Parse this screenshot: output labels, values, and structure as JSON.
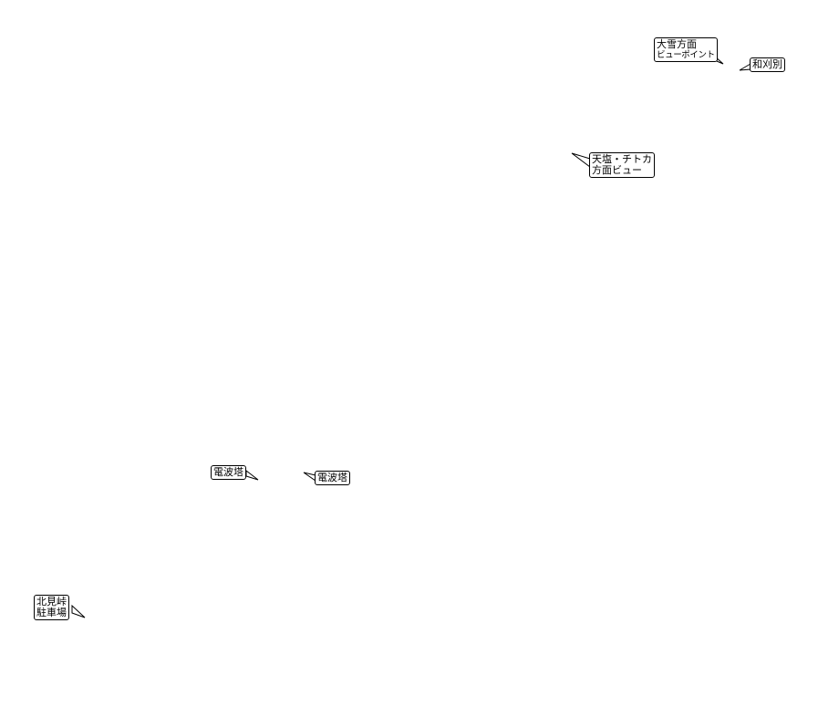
{
  "map": {
    "labels": [
      {
        "lines": [
          "大雪方面",
          "ビューポイント"
        ]
      },
      {
        "lines": [
          "和刈別"
        ]
      },
      {
        "lines": [
          "天塩・チトカ",
          "方面ビュー"
        ]
      },
      {
        "lines": [
          "電波塔"
        ]
      },
      {
        "lines": [
          "電波塔"
        ]
      },
      {
        "lines": [
          "北見峠",
          "駐車場"
        ]
      }
    ]
  }
}
